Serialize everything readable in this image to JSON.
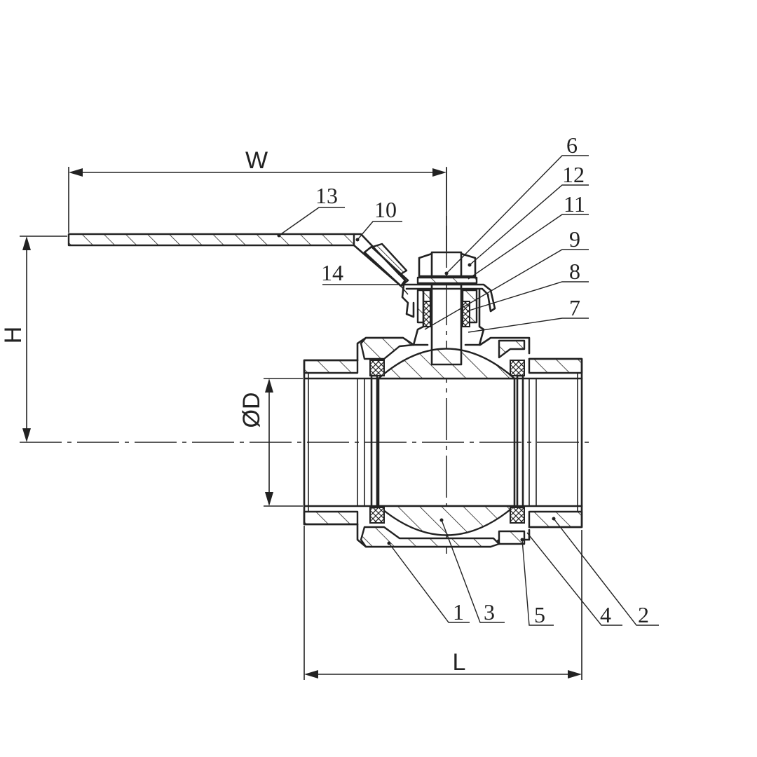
{
  "dimensions": {
    "width_label": "W",
    "height_label": "H",
    "length_label": "L",
    "diameter_label": "ØD"
  },
  "callouts": [
    "1",
    "2",
    "3",
    "4",
    "5",
    "6",
    "7",
    "8",
    "9",
    "10",
    "11",
    "12",
    "13",
    "14"
  ]
}
